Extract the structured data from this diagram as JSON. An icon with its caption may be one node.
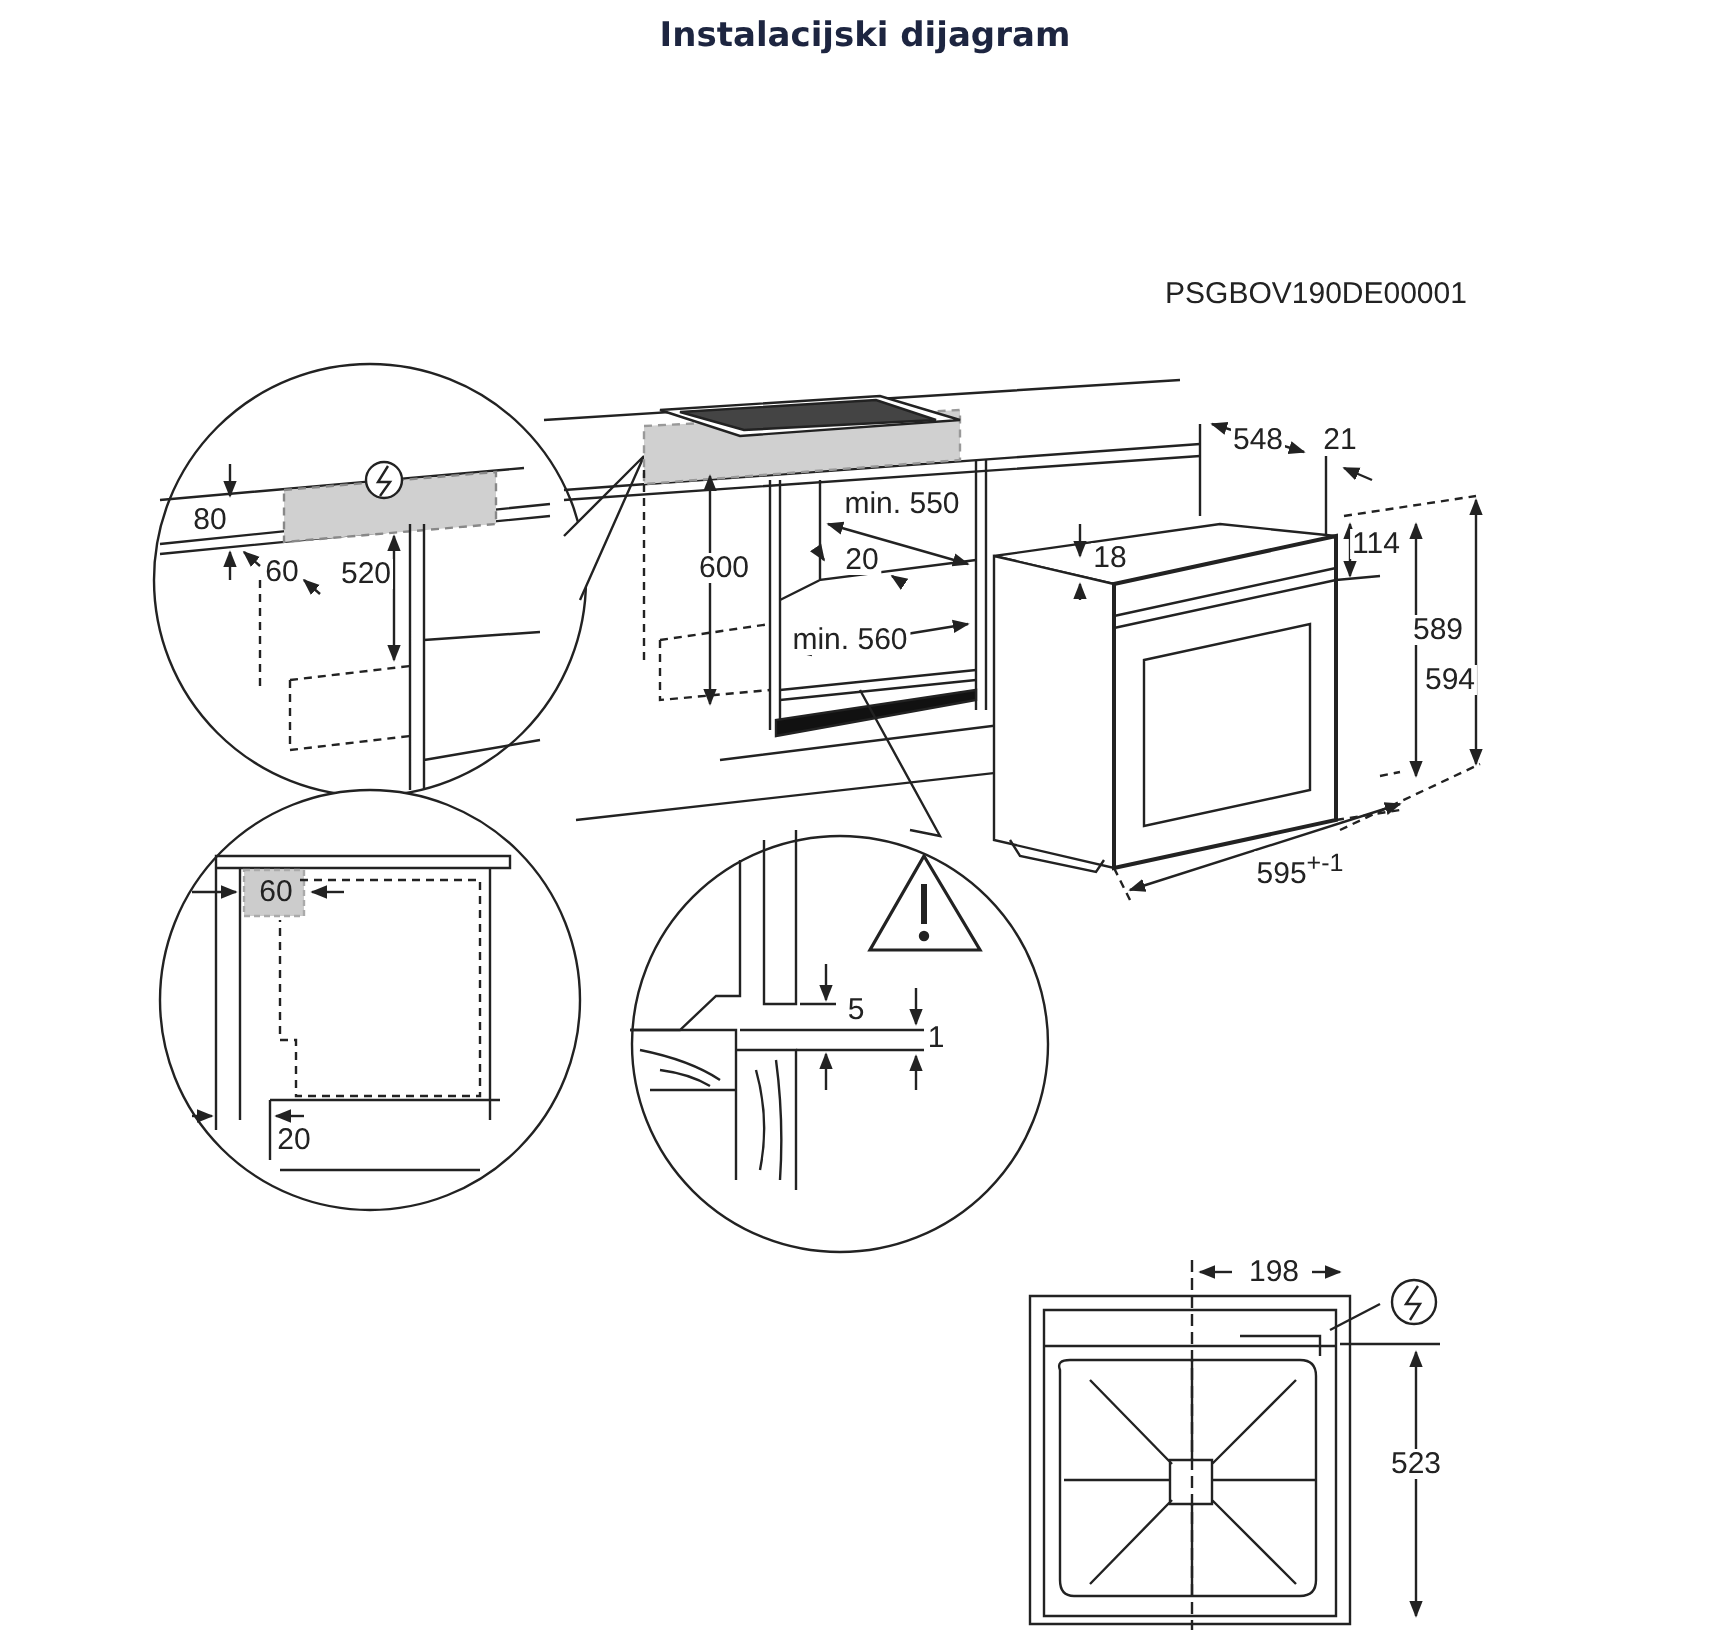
{
  "diagram": {
    "title": "Instalacijski dijagram",
    "labels": [
      "PSGBOV190DE00001",
      "548",
      "21",
      "80",
      "min. 550",
      "600",
      "18",
      "114",
      "60",
      "520",
      "20",
      "589",
      "594",
      "min. 560",
      "595$^{+-1}$",
      "60",
      "5",
      "1",
      "20",
      "198",
      "523"
    ]
  }
}
